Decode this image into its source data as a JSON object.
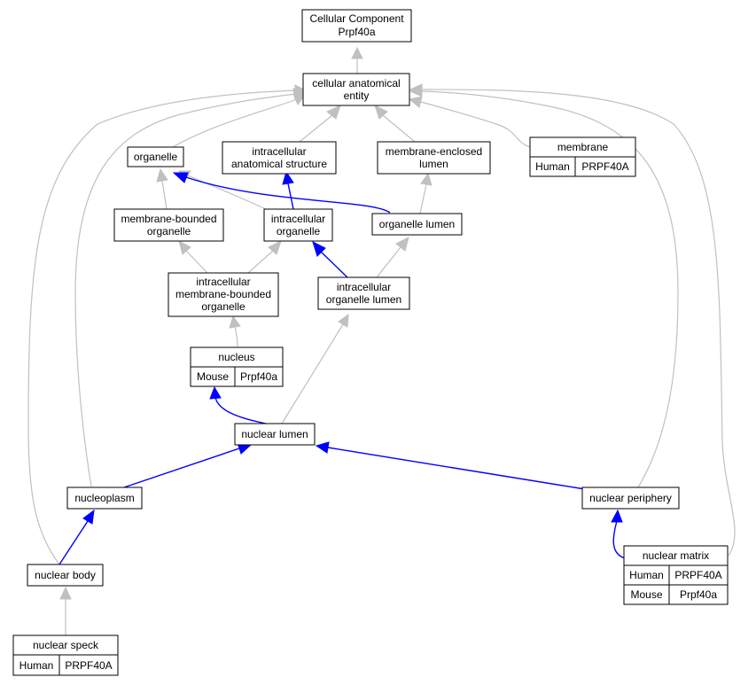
{
  "colors": {
    "human": "#f26849",
    "mouse": "#add8e6",
    "gray_edge": "#c0c0c0",
    "blue_edge": "#0000ff"
  },
  "nodes": {
    "root": [
      "Cellular Component",
      "Prpf40a"
    ],
    "cae": [
      "cellular anatomical",
      "entity"
    ],
    "organelle": [
      "organelle"
    ],
    "ias": [
      "intracellular",
      "anatomical structure"
    ],
    "mel": [
      "membrane-enclosed",
      "lumen"
    ],
    "membrane": [
      "membrane"
    ],
    "mbo": [
      "membrane-bounded",
      "organelle"
    ],
    "io": [
      "intracellular",
      "organelle"
    ],
    "ol": [
      "organelle lumen"
    ],
    "imbo": [
      "intracellular",
      "membrane-bounded",
      "organelle"
    ],
    "iol": [
      "intracellular",
      "organelle lumen"
    ],
    "nucleus": [
      "nucleus"
    ],
    "nlumen": [
      "nuclear lumen"
    ],
    "nucleoplasm": [
      "nucleoplasm"
    ],
    "nperiphery": [
      "nuclear periphery"
    ],
    "nbody": [
      "nuclear body"
    ],
    "nmatrix": [
      "nuclear matrix"
    ],
    "nspeck": [
      "nuclear speck"
    ]
  },
  "annotations": {
    "membrane": [
      [
        "Human",
        "PRPF40A"
      ]
    ],
    "nucleus": [
      [
        "Mouse",
        "Prpf40a"
      ]
    ],
    "nmatrix": [
      [
        "Human",
        "PRPF40A"
      ],
      [
        "Mouse",
        "Prpf40a"
      ]
    ],
    "nspeck": [
      [
        "Human",
        "PRPF40A"
      ]
    ]
  }
}
